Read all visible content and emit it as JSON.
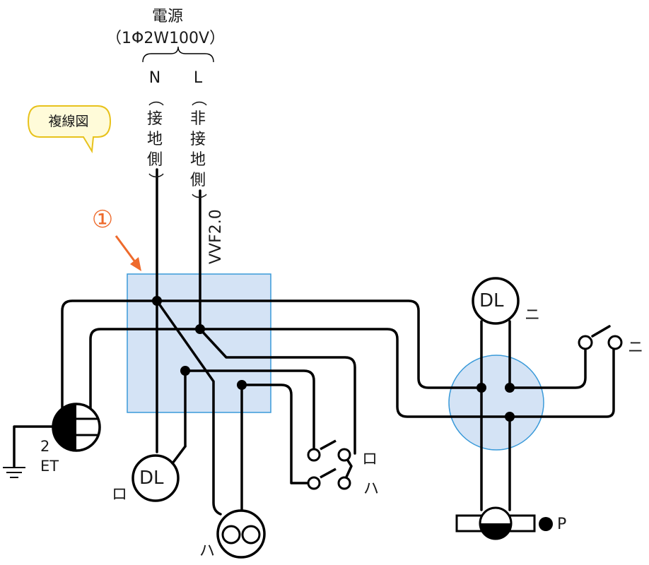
{
  "power_source": {
    "title": "電源",
    "spec": "（1Φ2W100V）"
  },
  "wires": {
    "neutral_letter": "N",
    "neutral_chars": [
      "（",
      "接",
      "地",
      "側",
      "）"
    ],
    "live_letter": "L",
    "live_chars": [
      "（",
      "非",
      "接",
      "地",
      "側",
      "）"
    ],
    "cable_label": "VVF2.0"
  },
  "callout": {
    "text": "複線図"
  },
  "marker": {
    "text": "①"
  },
  "outlet": {
    "text_line1": "2",
    "text_line2": "ET"
  },
  "devices": {
    "dl_left": "DL",
    "dl_top": "DL",
    "dl_left_tag": "ロ",
    "dl_top_tag": "ニ",
    "switch_right_tag": "ニ",
    "switch_pair_top_tag": "ロ",
    "switch_pair_bottom_tag": "ハ",
    "lamp_tag": "ハ",
    "pilot_tag": "P"
  },
  "colors": {
    "wire": "#000000",
    "box_fill": "#d4e3f5",
    "box_stroke": "#3a9ad9",
    "marker": "#ee6a2c",
    "callout_fill": "#fffbd9",
    "callout_stroke": "#e8c21c"
  }
}
